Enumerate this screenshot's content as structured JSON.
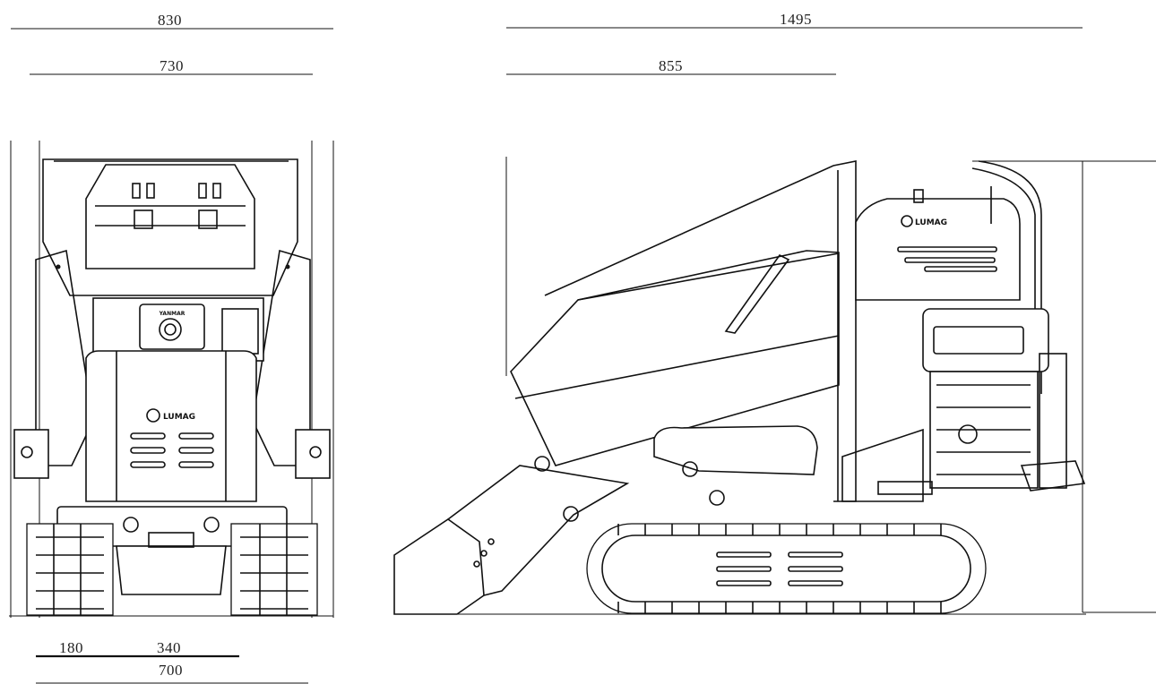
{
  "front_view": {
    "dim_overall_width": "830",
    "dim_upper_width": "730",
    "dim_track_width": "180",
    "dim_track_gap": "340",
    "dim_base_width": "700",
    "brand_logo": "LUMAG",
    "engine_badge": "YANMAR"
  },
  "side_view": {
    "dim_overall_length": "1495",
    "dim_front_section": "855",
    "brand_logo": "LUMAG"
  }
}
